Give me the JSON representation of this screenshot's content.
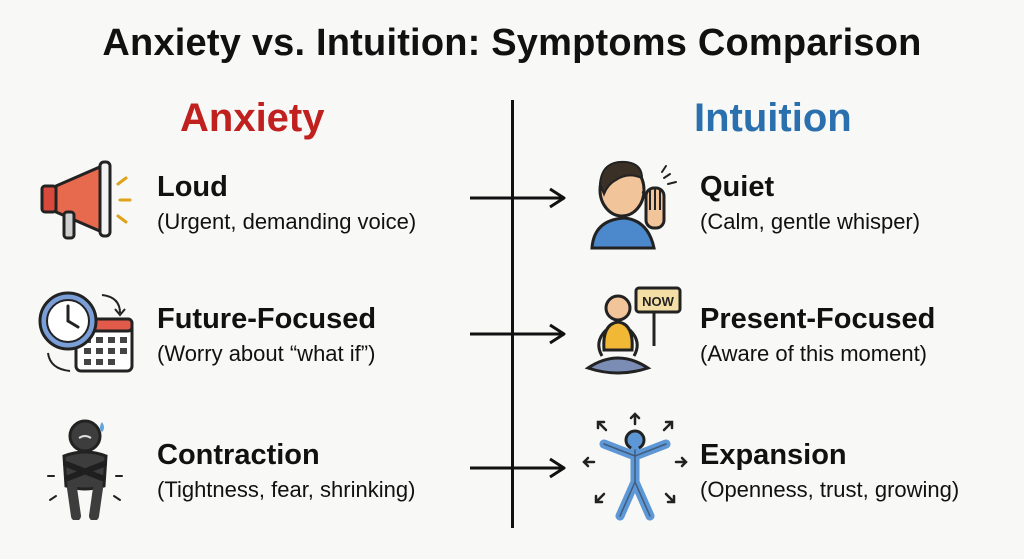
{
  "title": "Anxiety vs. Intuition: Symptoms Comparison",
  "columns": {
    "left": {
      "heading": "Anxiety",
      "color": "#c0201e"
    },
    "right": {
      "heading": "Intuition",
      "color": "#2a6fae"
    }
  },
  "rows": [
    {
      "left": {
        "title": "Loud",
        "desc": "(Urgent, demanding voice)",
        "icon": "megaphone-icon"
      },
      "right": {
        "title": "Quiet",
        "desc": "(Calm, gentle whisper)",
        "icon": "whispering-person-icon"
      }
    },
    {
      "left": {
        "title": "Future-Focused",
        "desc": "(Worry about “what if”)",
        "icon": "clock-calendar-icon"
      },
      "right": {
        "title": "Present-Focused",
        "desc": "(Aware of this moment)",
        "icon": "meditating-person-icon",
        "sign_text": "NOW"
      }
    },
    {
      "left": {
        "title": "Contraction",
        "desc": "(Tightness, fear, shrinking)",
        "icon": "shrinking-person-icon"
      },
      "right": {
        "title": "Expansion",
        "desc": "(Openness, trust, growing)",
        "icon": "expanding-person-icon"
      }
    }
  ]
}
